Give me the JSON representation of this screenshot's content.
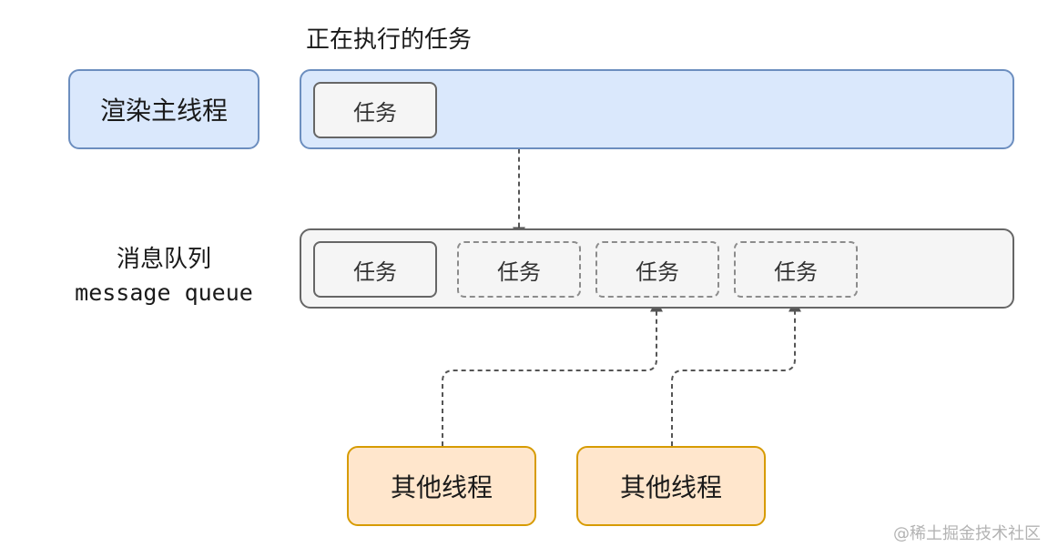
{
  "diagram": {
    "running_title": "正在执行的任务",
    "main_thread_label": "渲染主线程",
    "running_task_label": "任务",
    "queue_label_zh": "消息队列",
    "queue_label_en": "message queue",
    "queue_tasks": [
      {
        "label": "任务",
        "style": "solid"
      },
      {
        "label": "任务",
        "style": "dashed"
      },
      {
        "label": "任务",
        "style": "dashed"
      },
      {
        "label": "任务",
        "style": "dashed"
      }
    ],
    "other_threads": [
      {
        "label": "其他线程"
      },
      {
        "label": "其他线程"
      }
    ],
    "watermark": "@稀土掘金技术社区"
  },
  "colors": {
    "main_fill": "#dae8fc",
    "main_stroke": "#6c8ebf",
    "queue_fill": "#f5f5f5",
    "queue_stroke": "#666666",
    "thread_fill": "#ffe6cc",
    "thread_stroke": "#d79b00",
    "connector": "#555555"
  }
}
